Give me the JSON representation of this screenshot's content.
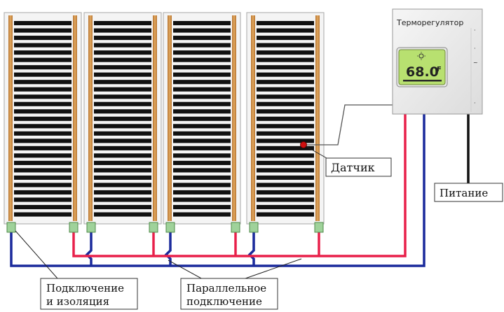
{
  "thermostat": {
    "title": "Терморегулятор",
    "display_value": "68.0",
    "display_unit": "F",
    "side_marks": [
      "·",
      "·",
      "~",
      "·"
    ]
  },
  "labels": {
    "sensor": "Датчик",
    "power": "Питание",
    "connection_line1": "Подключение",
    "connection_line2": "и изоляция",
    "parallel_line1": "Параллельное",
    "parallel_line2": "подключение"
  },
  "panels": {
    "count": 4,
    "stripes_per_panel": 27
  },
  "colors": {
    "busbar": "#d4964a",
    "stripe": "#111111",
    "live_wire": "#e8204a",
    "neutral_wire": "#1a2a9c",
    "terminal": "#9fd29a",
    "lcd": "#b8e070",
    "sensor_dot": "#d01010"
  }
}
